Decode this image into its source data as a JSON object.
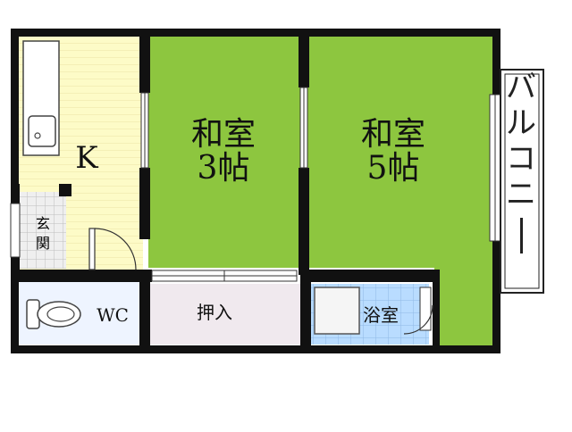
{
  "floor_plan": {
    "rooms": {
      "kitchen": {
        "label": "K"
      },
      "washitsu_3": {
        "name": "和室",
        "size": "3帖"
      },
      "washitsu_5": {
        "name": "和室",
        "size": "5帖"
      },
      "entrance": {
        "label": "玄関",
        "chars": [
          "玄",
          "関"
        ]
      },
      "toilet": {
        "label": "WC"
      },
      "closet": {
        "label": "押入"
      },
      "bath": {
        "label": "浴室"
      },
      "balcony": {
        "label": "バルコニー",
        "chars": [
          "バ",
          "ル",
          "コ",
          "ニ"
        ]
      }
    },
    "colors": {
      "wall": "#111111",
      "tatami": "#8dc63f",
      "kitchen": "#fdfbc7",
      "bath": "#b9dcff",
      "toilet": "#eef4ff",
      "closet": "#f0e9ee"
    }
  }
}
